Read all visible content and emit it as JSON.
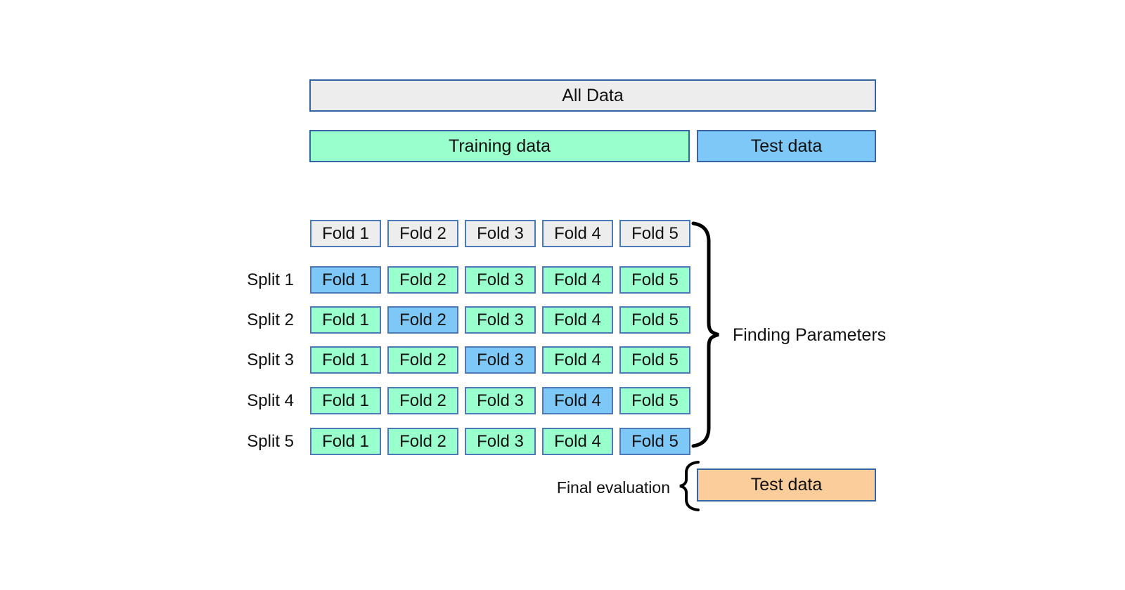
{
  "diagram": {
    "all_data_label": "All Data",
    "training_label": "Training data",
    "test_label": "Test data",
    "fold_headers": [
      "Fold 1",
      "Fold 2",
      "Fold 3",
      "Fold 4",
      "Fold 5"
    ],
    "splits": [
      {
        "label": "Split 1",
        "folds": [
          "Fold 1",
          "Fold 2",
          "Fold 3",
          "Fold 4",
          "Fold 5"
        ],
        "test_fold_index": 0
      },
      {
        "label": "Split 2",
        "folds": [
          "Fold 1",
          "Fold 2",
          "Fold 3",
          "Fold 4",
          "Fold 5"
        ],
        "test_fold_index": 1
      },
      {
        "label": "Split 3",
        "folds": [
          "Fold 1",
          "Fold 2",
          "Fold 3",
          "Fold 4",
          "Fold 5"
        ],
        "test_fold_index": 2
      },
      {
        "label": "Split 4",
        "folds": [
          "Fold 1",
          "Fold 2",
          "Fold 3",
          "Fold 4",
          "Fold 5"
        ],
        "test_fold_index": 3
      },
      {
        "label": "Split 5",
        "folds": [
          "Fold 1",
          "Fold 2",
          "Fold 3",
          "Fold 4",
          "Fold 5"
        ],
        "test_fold_index": 4
      }
    ],
    "finding_parameters_label": "Finding Parameters",
    "final_evaluation_label": "Final evaluation",
    "final_test_label": "Test data",
    "colors": {
      "gray": "#EDEDED",
      "green": "#99FFCC",
      "blue": "#7EC8F7",
      "orange": "#FBCD9B",
      "border": "#3465A4",
      "cell_border": "#4A7AB8",
      "brace": "#000000"
    }
  }
}
